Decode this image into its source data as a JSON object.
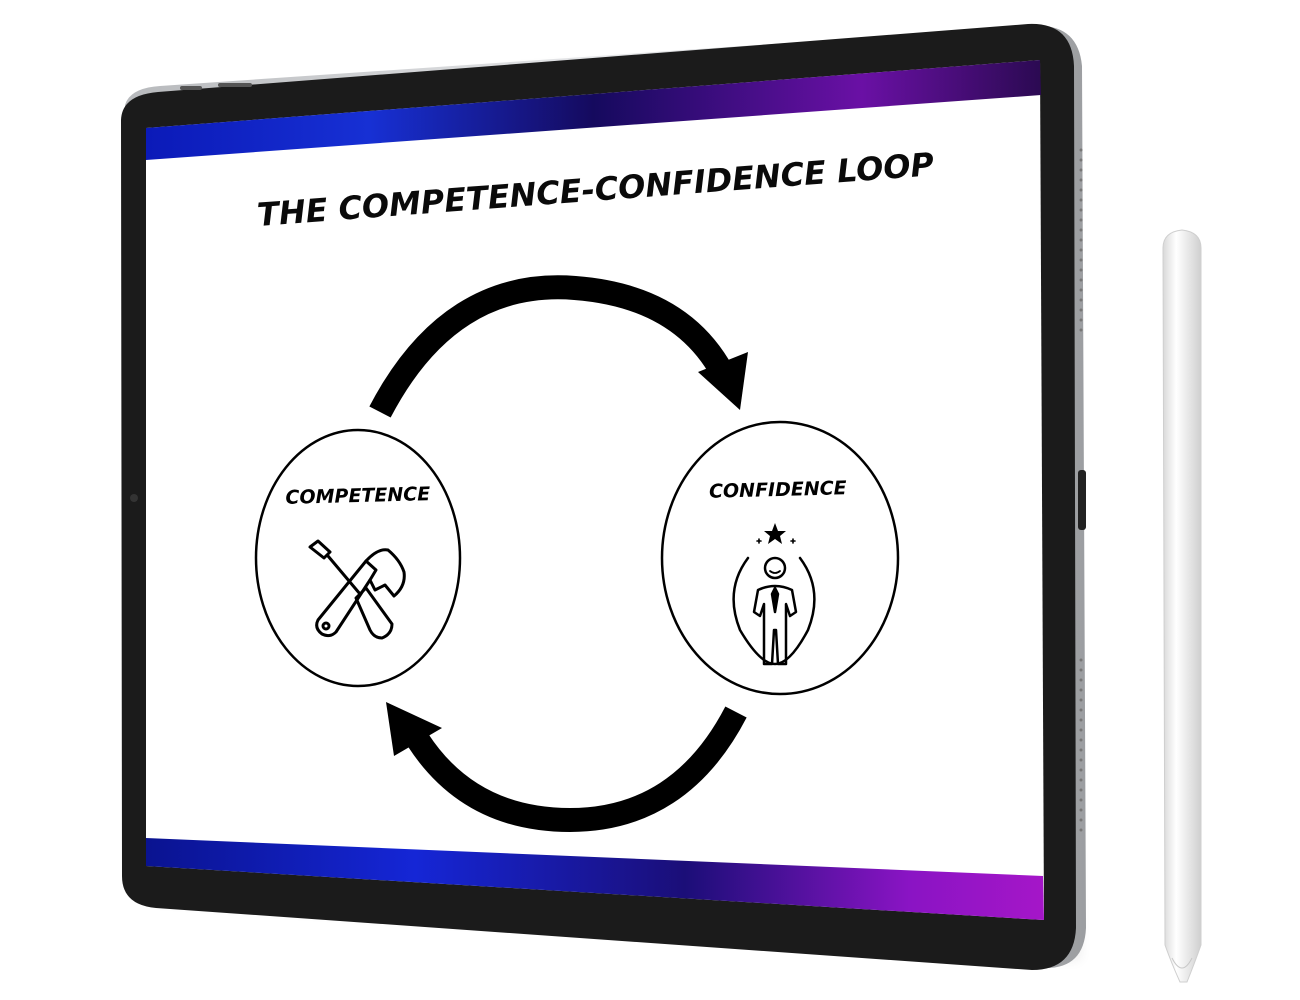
{
  "diagram": {
    "title": "THE COMPETENCE-CONFIDENCE LOOP",
    "nodes": [
      {
        "id": "competence",
        "label": "COMPETENCE",
        "icon": "wrench-screwdriver-icon"
      },
      {
        "id": "confidence",
        "label": "CONFIDENCE",
        "icon": "confident-person-star-icon"
      }
    ],
    "edges": [
      {
        "from": "competence",
        "to": "confidence",
        "route": "top-arc"
      },
      {
        "from": "confidence",
        "to": "competence",
        "route": "bottom-arc"
      }
    ]
  },
  "device": {
    "type": "tablet-mockup",
    "accessory": "stylus",
    "banner_colors": [
      "#0d1cc9",
      "#1a0e6e",
      "#6a12a8",
      "#b214c9"
    ]
  }
}
